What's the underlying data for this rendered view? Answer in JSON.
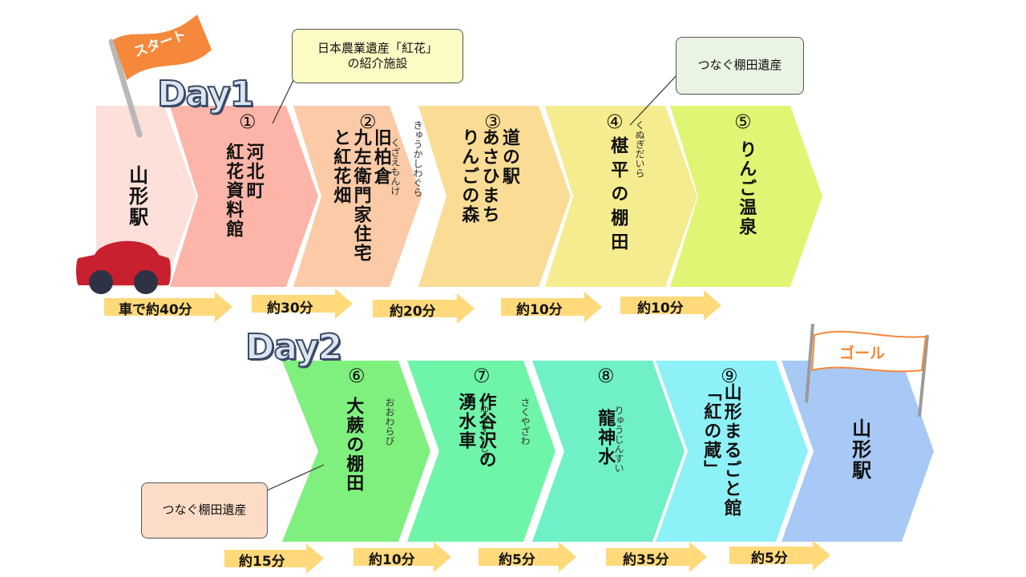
{
  "day1": {
    "label": "Day1",
    "start_flag": "スタート",
    "stops": [
      {
        "num": "",
        "name": "山形駅"
      },
      {
        "num": "①",
        "name": "河北町\n紅花資料館"
      },
      {
        "num": "②",
        "name": "旧柏倉\n九左衛門家住宅\nと紅花畑",
        "ruby1": "きゅうかしわぐら",
        "ruby2": "くざえもんけ"
      },
      {
        "num": "③",
        "name": "道の駅\nあさひまち\nりんごの森"
      },
      {
        "num": "④",
        "name": "椹平の棚田",
        "ruby1": "くぬぎだいら"
      },
      {
        "num": "⑤",
        "name": "りんご温泉"
      }
    ],
    "durations": [
      "車で約40分",
      "約30分",
      "約20分",
      "約10分",
      "約10分"
    ],
    "notes": [
      "日本農業遺産「紅花」\nの紹介施設",
      "つなぐ棚田遺産"
    ]
  },
  "day2": {
    "label": "Day2",
    "goal_flag": "ゴール",
    "stops": [
      {
        "num": "⑥",
        "name": "大蕨の棚田",
        "ruby1": "おおわらび"
      },
      {
        "num": "⑦",
        "name": "作谷沢の\n湧水車",
        "ruby1": "さくやざわ",
        "ruby2": "ゆうすいしゃ"
      },
      {
        "num": "⑧",
        "name": "龍神水",
        "ruby1": "りゅうじんすい"
      },
      {
        "num": "⑨",
        "name": "山形まるごと館\n「紅の蔵」"
      },
      {
        "num": "",
        "name": "山形駅"
      }
    ],
    "durations": [
      "約15分",
      "約10分",
      "約5分",
      "約35分",
      "約5分"
    ],
    "notes": [
      "つなぐ棚田遺産"
    ]
  },
  "colors": {
    "d1": [
      "#fde0d9",
      "#fcb5a8",
      "#fbcaa6",
      "#fbdc95",
      "#f5ec8f",
      "#dff573"
    ],
    "d2": [
      "#7ff07e",
      "#6ff5a9",
      "#6ff0c6",
      "#8ff1f8",
      "#a8c9f6"
    ],
    "arrow": "#ffd97a",
    "flag": "#f5883a"
  }
}
